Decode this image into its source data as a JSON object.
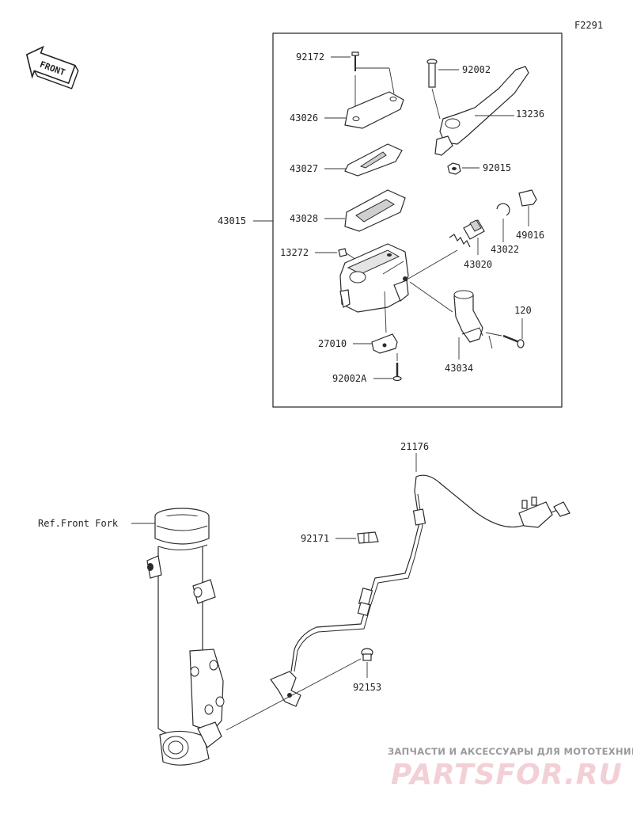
{
  "diagram_code": "F2291",
  "direction_badge": "FRONT",
  "reference_label": "Ref.Front Fork",
  "assembly_label": "43015",
  "parts": [
    {
      "id": "p92172",
      "label": "92172"
    },
    {
      "id": "p43026",
      "label": "43026"
    },
    {
      "id": "p43027",
      "label": "43027"
    },
    {
      "id": "p43028",
      "label": "43028"
    },
    {
      "id": "p13272",
      "label": "13272"
    },
    {
      "id": "p27010",
      "label": "27010"
    },
    {
      "id": "p92002A",
      "label": "92002A"
    },
    {
      "id": "p92002",
      "label": "92002"
    },
    {
      "id": "p13236",
      "label": "13236"
    },
    {
      "id": "p92015",
      "label": "92015"
    },
    {
      "id": "p49016",
      "label": "49016"
    },
    {
      "id": "p43022",
      "label": "43022"
    },
    {
      "id": "p43020",
      "label": "43020"
    },
    {
      "id": "p120",
      "label": "120"
    },
    {
      "id": "p43034",
      "label": "43034"
    },
    {
      "id": "p21176",
      "label": "21176"
    },
    {
      "id": "p92171",
      "label": "92171"
    },
    {
      "id": "p92153",
      "label": "92153"
    }
  ],
  "watermark": {
    "tagline": "ЗАПЧАСТИ И АКСЕССУАРЫ ДЛЯ МОТОТЕХНИКИ",
    "brand": "PARTSFOR.RU"
  }
}
